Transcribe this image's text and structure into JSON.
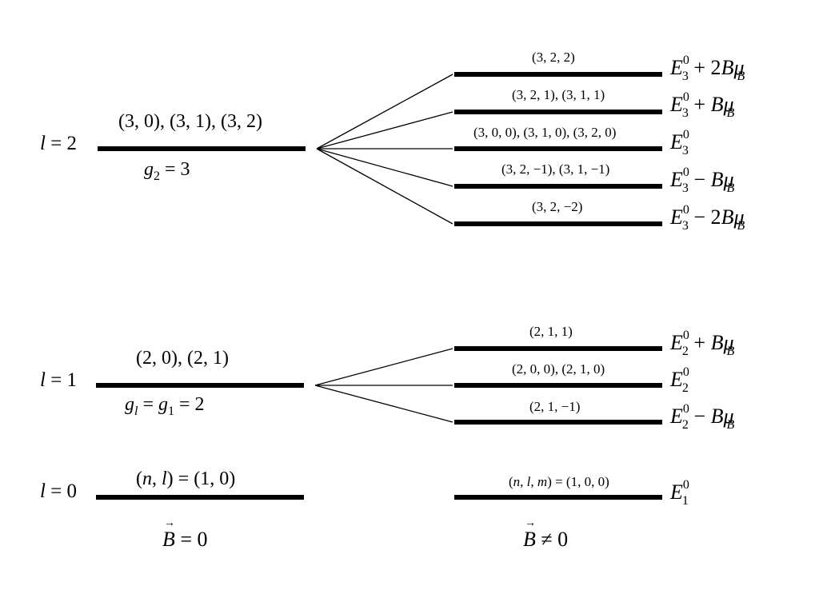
{
  "diagram": {
    "line_color": "#000000",
    "background": "#ffffff",
    "groups": [
      {
        "id": "l2",
        "left_level_label": "l = 2",
        "left_state_label": "(3, 0), (3, 1), (3, 2)",
        "degeneracy_label": "g2 = 3",
        "right_levels": [
          {
            "state": "(3, 2, 2)",
            "energy": "E3^0 + 2Bμ_B"
          },
          {
            "state": "(3, 2, 1), (3, 1, 1)",
            "energy": "E3^0 + Bμ_B"
          },
          {
            "state": "(3, 0, 0), (3, 1, 0), (3, 2, 0)",
            "energy": "E3^0"
          },
          {
            "state": "(3, 2, −1), (3, 1, −1)",
            "energy": "E3^0 − Bμ_B"
          },
          {
            "state": "(3, 2, −2)",
            "energy": "E3^0 − 2Bμ_B"
          }
        ]
      },
      {
        "id": "l1",
        "left_level_label": "l = 1",
        "left_state_label": "(2, 0), (2, 1)",
        "degeneracy_label": "gl = g1 = 2",
        "right_levels": [
          {
            "state": "(2, 1, 1)",
            "energy": "E2^0 + Bμ_B"
          },
          {
            "state": "(2, 0, 0), (2, 1, 0)",
            "energy": "E2^0"
          },
          {
            "state": "(2, 1, −1)",
            "energy": "E2^0 − Bμ_B"
          }
        ]
      },
      {
        "id": "l0",
        "left_level_label": "l = 0",
        "left_state_label": "(n, l) = (1, 0)",
        "degeneracy_label": "",
        "right_levels": [
          {
            "state": "(n, l, m) = (1, 0, 0)",
            "energy": "E1^0"
          }
        ]
      }
    ],
    "footer": {
      "left": "B = 0",
      "right": "B ≠ 0"
    }
  }
}
